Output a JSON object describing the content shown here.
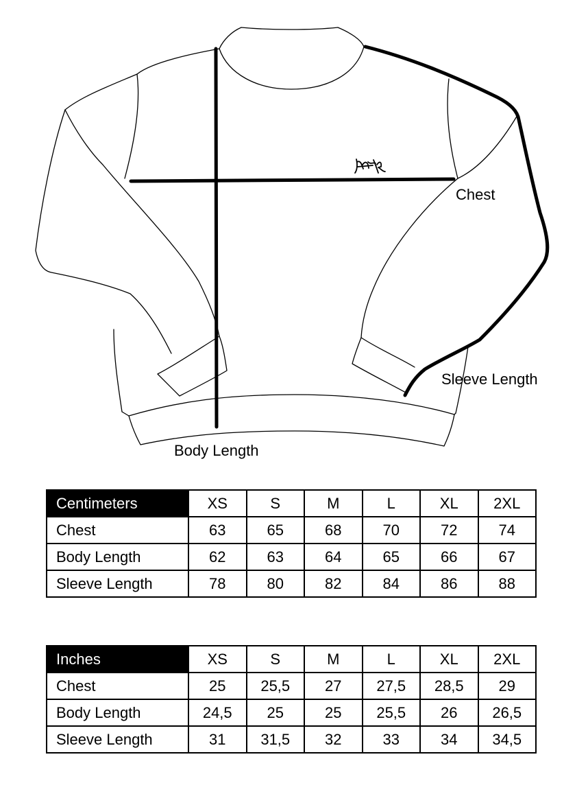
{
  "diagram": {
    "labels": {
      "chest": "Chest",
      "sleeve_length": "Sleeve Length",
      "body_length": "Body Length"
    },
    "logo": "brand-signature-logo",
    "colors": {
      "outline": "#000000",
      "background": "#ffffff"
    }
  },
  "tables": {
    "centimeters": {
      "unit": "Centimeters",
      "sizes": [
        "XS",
        "S",
        "M",
        "L",
        "XL",
        "2XL"
      ],
      "rows": [
        {
          "label": "Chest",
          "values": [
            "63",
            "65",
            "68",
            "70",
            "72",
            "74"
          ]
        },
        {
          "label": "Body Length",
          "values": [
            "62",
            "63",
            "64",
            "65",
            "66",
            "67"
          ]
        },
        {
          "label": "Sleeve Length",
          "values": [
            "78",
            "80",
            "82",
            "84",
            "86",
            "88"
          ]
        }
      ]
    },
    "inches": {
      "unit": "Inches",
      "sizes": [
        "XS",
        "S",
        "M",
        "L",
        "XL",
        "2XL"
      ],
      "rows": [
        {
          "label": "Chest",
          "values": [
            "25",
            "25,5",
            "27",
            "27,5",
            "28,5",
            "29"
          ]
        },
        {
          "label": "Body Length",
          "values": [
            "24,5",
            "25",
            "25",
            "25,5",
            "26",
            "26,5"
          ]
        },
        {
          "label": "Sleeve Length",
          "values": [
            "31",
            "31,5",
            "32",
            "33",
            "34",
            "34,5"
          ]
        }
      ]
    }
  }
}
